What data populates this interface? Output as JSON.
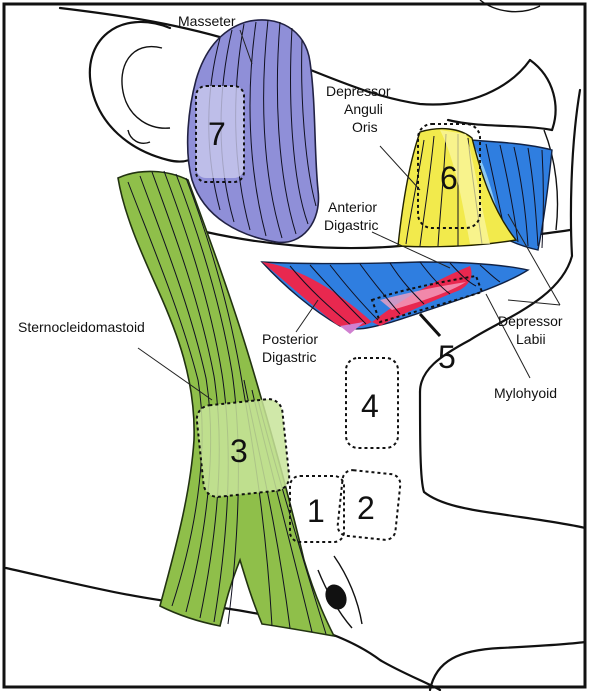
{
  "labels": {
    "masseter": "Masseter",
    "dao_1": "Depressor",
    "dao_2": "Anguli",
    "dao_3": "Oris",
    "antdig_1": "Anterior",
    "antdig_2": "Digastric",
    "scm": "Sternocleidomastoid",
    "postdig_1": "Posterior",
    "postdig_2": "Digastric",
    "dlab_1": "Depressor",
    "dlab_2": "Labii",
    "mylohyoid": "Mylohyoid"
  },
  "zones": [
    "1",
    "2",
    "3",
    "4",
    "5",
    "6",
    "7"
  ],
  "colors": {
    "masseter": "#8f8fd8",
    "scm": "#8fbf4a",
    "dao": "#f2ea4c",
    "depressor_labii": "#2f7ee0",
    "mylohyoid": "#2f7ee0",
    "digastric": "#e8284f",
    "outline": "#111111"
  }
}
